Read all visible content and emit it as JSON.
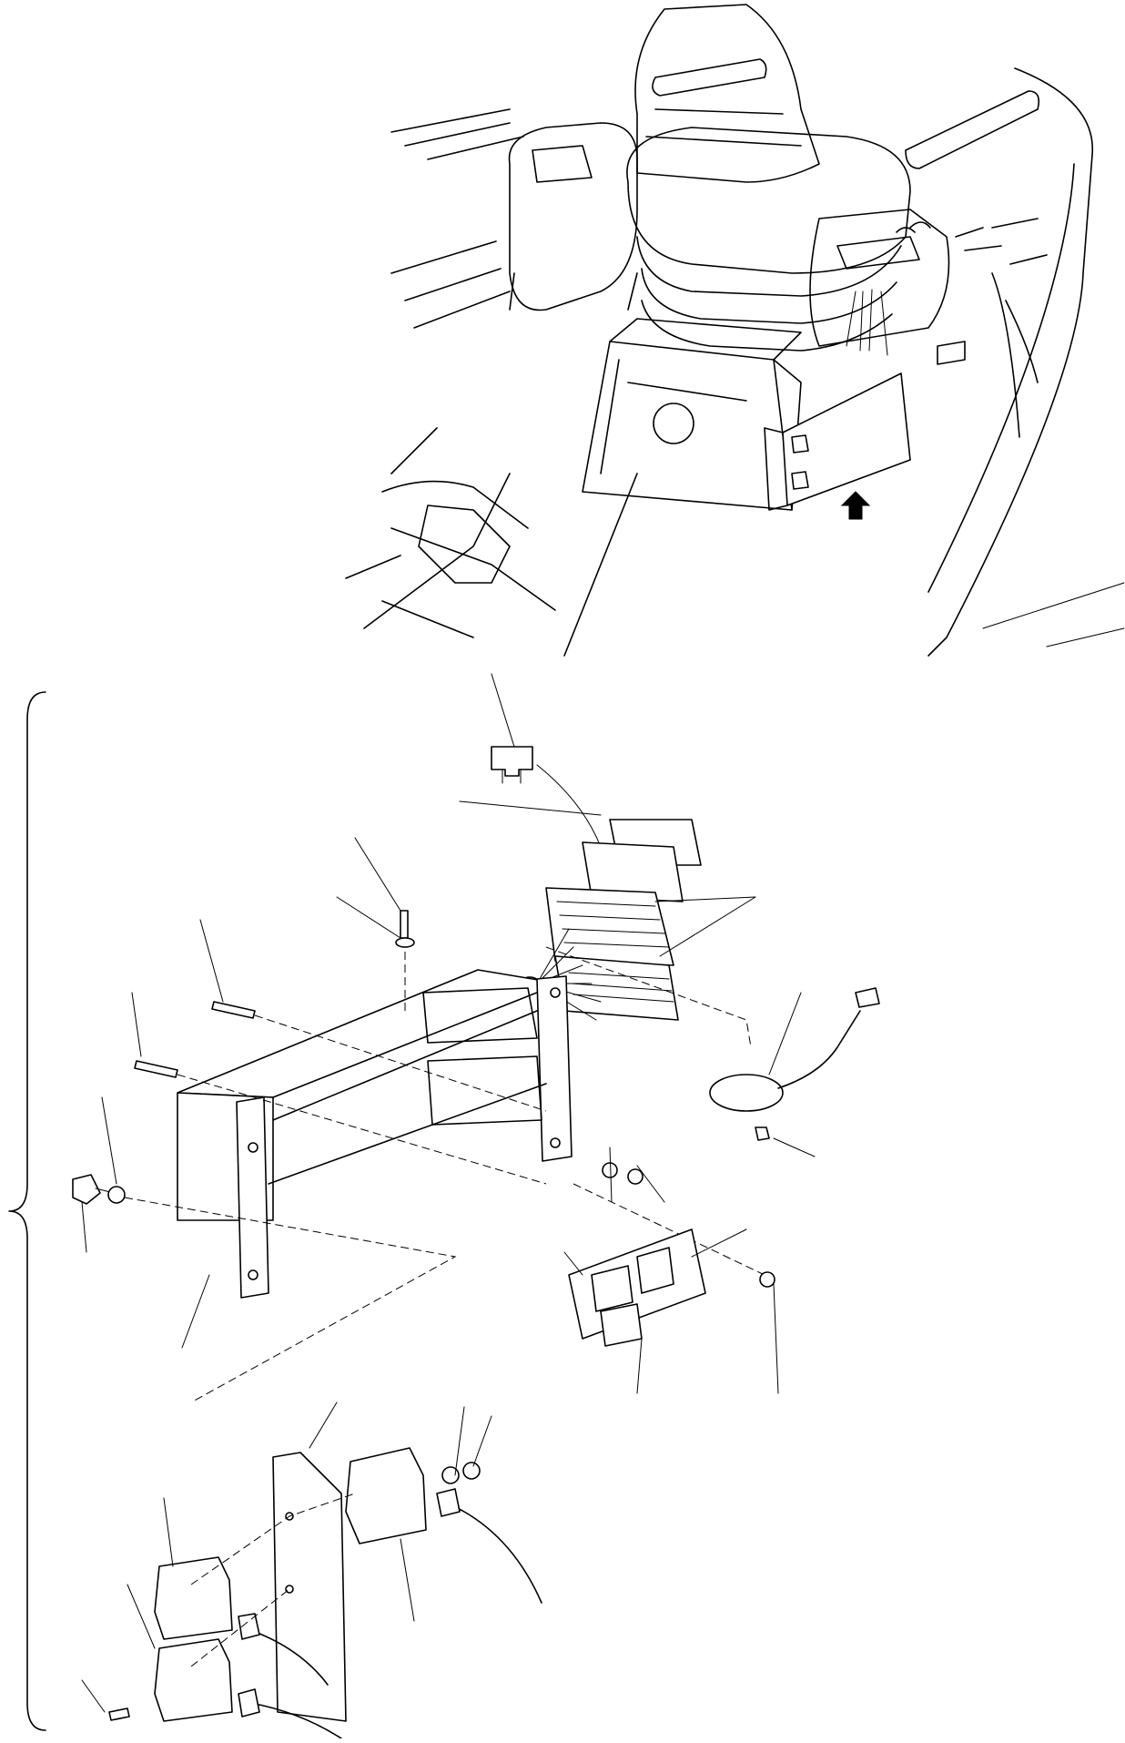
{
  "figure": {
    "type": "exploded-parts-diagram",
    "colors": {
      "ink": "#000000",
      "paper": "#ffffff"
    },
    "views": [
      {
        "id": "seat-location-view",
        "arrow_icon": "up-arrow-icon"
      },
      {
        "id": "controller-bracket-exploded-view"
      }
    ],
    "callout_leaders": 23
  }
}
